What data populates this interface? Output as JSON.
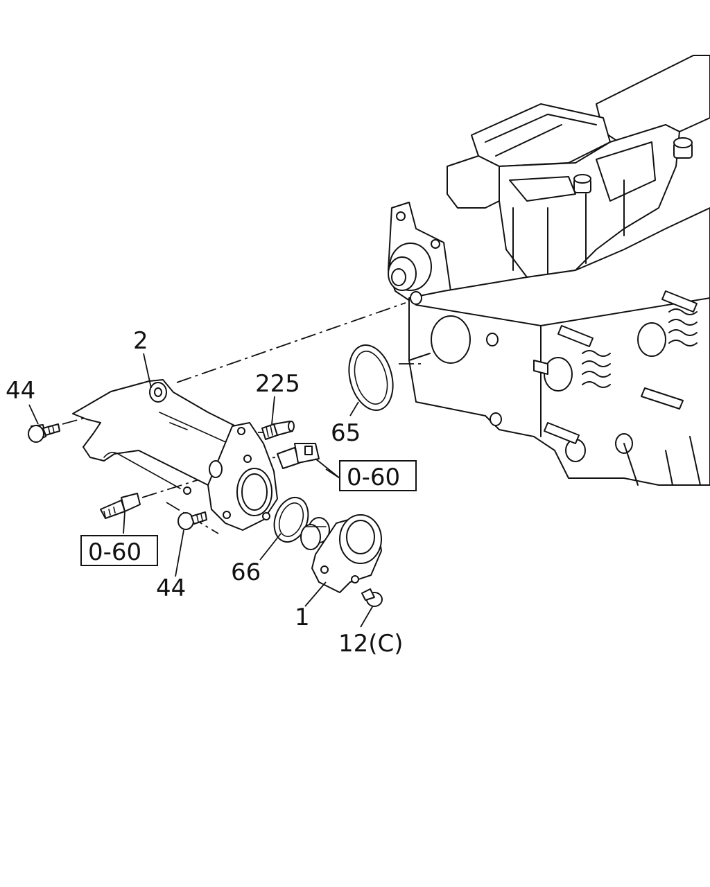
{
  "callouts": {
    "bolt_upper": "44",
    "bracket": "2",
    "sensor_225": "225",
    "gasket_65": "65",
    "ref_right": "0-60",
    "ref_left": "0-60",
    "bolt_lower": "44",
    "gasket_66": "66",
    "outlet": "1",
    "bolt_c": "12(C)"
  }
}
